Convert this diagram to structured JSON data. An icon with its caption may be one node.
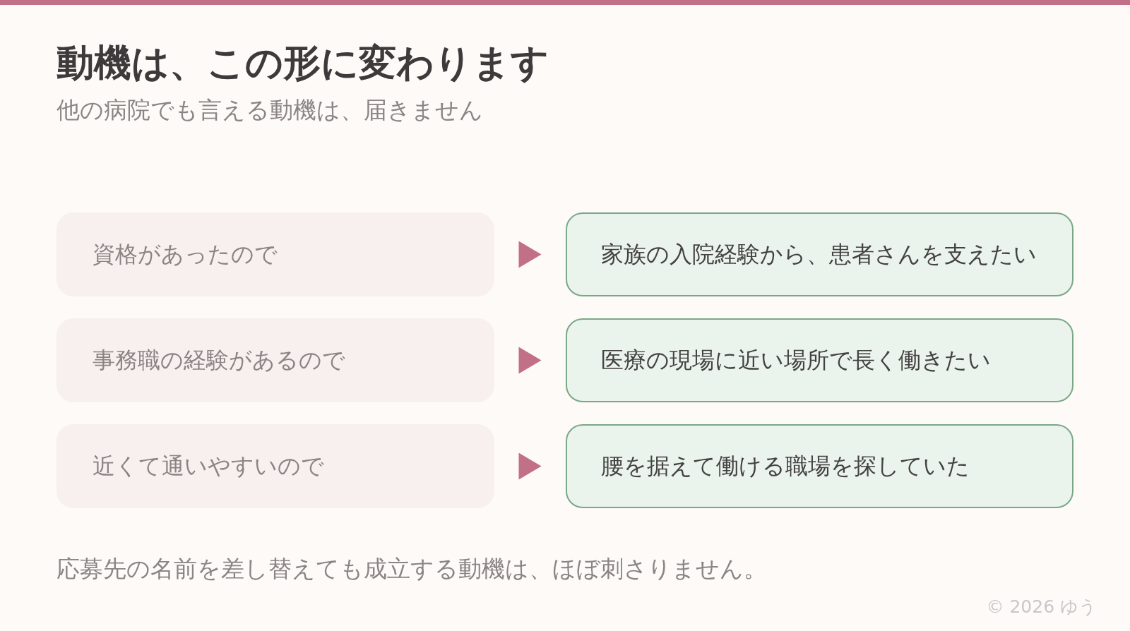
{
  "diagram": {
    "title": "動機は、この形に変わります",
    "nodes": [
      {
        "text": [
          "資格があったので"
        ]
      },
      {
        "text": [
          "家族の入院経験から、患者さんを支えたい"
        ]
      },
      {
        "text": [
          "事務職の経験があるので"
        ]
      },
      {
        "text": [
          "医療の現場に近い場所で長く働きたい"
        ]
      },
      {
        "text": [
          "近くて通いやすいので"
        ]
      },
      {
        "text": [
          "腰を据えて働ける職場を探していた"
        ]
      }
    ],
    "edges": [
      {
        "from": 0,
        "to": 1,
        "arrow": "to"
      },
      {
        "from": 2,
        "to": 3,
        "arrow": "to"
      },
      {
        "from": 4,
        "to": 5,
        "arrow": "to"
      }
    ],
    "labels": [
      "他の病院でも言える動機は、届きません",
      "応募先の名前を差し替えても成立する動機は、ほぼ刺さりません。",
      "© 2026 ゆう"
    ]
  }
}
